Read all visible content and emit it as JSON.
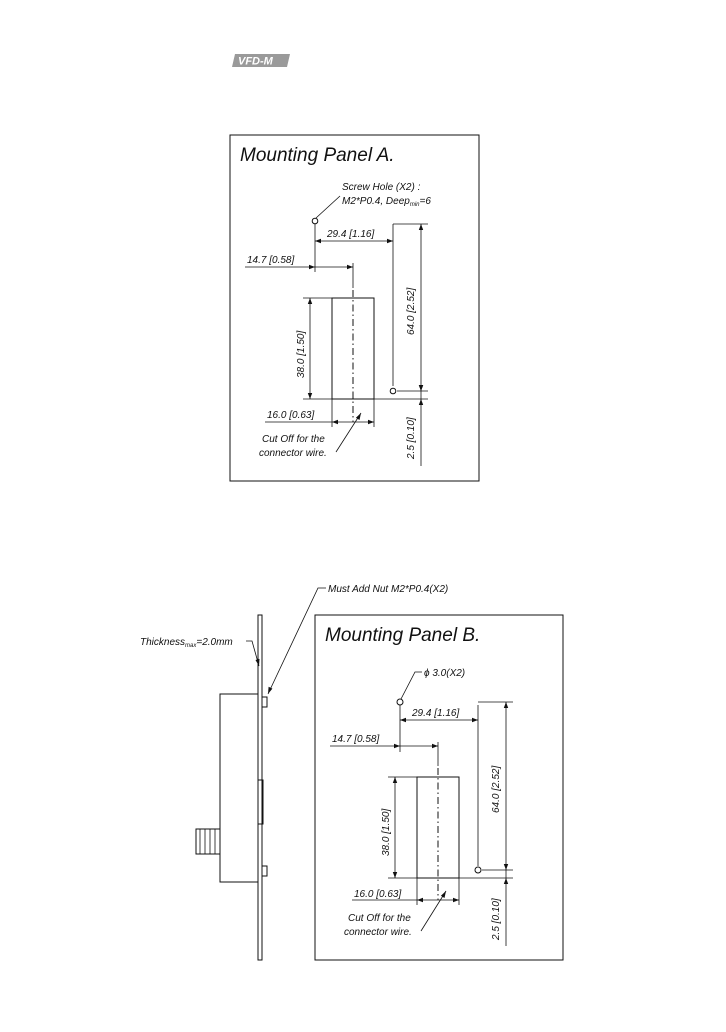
{
  "logo": {
    "text": "VFD-M"
  },
  "panel_a": {
    "title": "Mounting Panel A.",
    "screw_hole_line1": "Screw Hole (X2) :",
    "screw_hole_line2_pre": "M2*P0.4, Deep",
    "screw_hole_line2_sub": "min",
    "screw_hole_line2_post": "=6",
    "dim_29": "29.4 [1.16]",
    "dim_14": "14.7 [0.58]",
    "dim_38": "38.0 [1.50]",
    "dim_64": "64.0 [2.52]",
    "dim_16": "16.0 [0.63]",
    "dim_25": "2.5 [0.10]",
    "cutoff_line1": "Cut Off for the",
    "cutoff_line2": "connector wire."
  },
  "panel_b": {
    "title": "Mounting Panel B.",
    "must_add_nut": "Must Add Nut M2*P0.4(X2)",
    "thickness_pre": "Thickness",
    "thickness_sub": "max",
    "thickness_post": "=2.0mm",
    "hole": "ϕ 3.0(X2)",
    "dim_29": "29.4 [1.16]",
    "dim_14": "14.7 [0.58]",
    "dim_38": "38.0 [1.50]",
    "dim_64": "64.0 [2.52]",
    "dim_16": "16.0 [0.63]",
    "dim_25": "2.5 [0.10]",
    "cutoff_line1": "Cut Off for the",
    "cutoff_line2": "connector wire."
  }
}
